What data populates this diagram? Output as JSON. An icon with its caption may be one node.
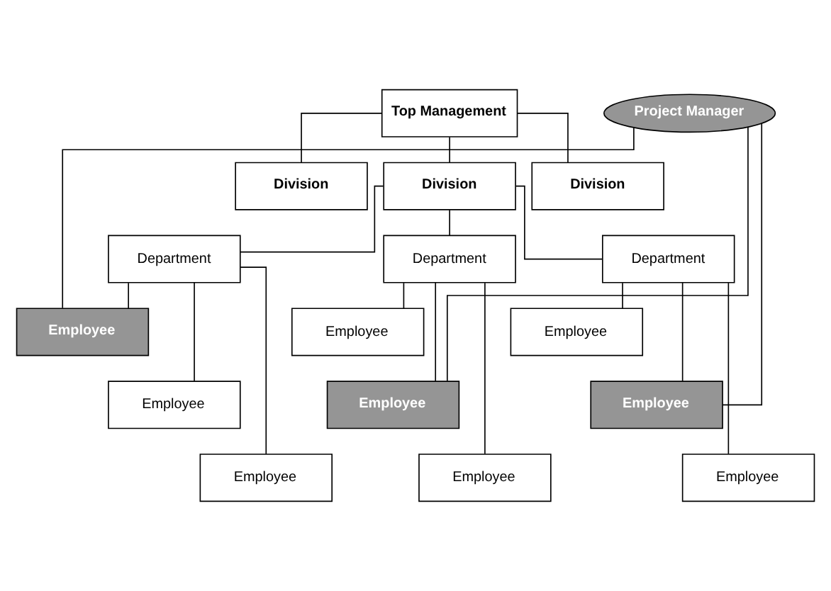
{
  "diagram": {
    "nodes": [
      {
        "text": [
          "Top Management"
        ]
      },
      {
        "text": [
          "Project Manager"
        ]
      },
      {
        "text": [
          "Division"
        ]
      },
      {
        "text": [
          "Division"
        ]
      },
      {
        "text": [
          "Division"
        ]
      },
      {
        "text": [
          "Department"
        ]
      },
      {
        "text": [
          "Department"
        ]
      },
      {
        "text": [
          "Department"
        ]
      },
      {
        "text": [
          "Employee"
        ]
      },
      {
        "text": [
          "Employee"
        ]
      },
      {
        "text": [
          "Employee"
        ]
      },
      {
        "text": [
          "Employee"
        ]
      },
      {
        "text": [
          "Employee"
        ]
      },
      {
        "text": [
          "Employee"
        ]
      },
      {
        "text": [
          "Employee"
        ]
      },
      {
        "text": [
          "Employee"
        ]
      },
      {
        "text": [
          "Employee"
        ]
      }
    ],
    "edges": [
      {
        "from": 0,
        "to": 2,
        "arrow": "none"
      },
      {
        "from": 0,
        "to": 3,
        "arrow": "none"
      },
      {
        "from": 0,
        "to": 4,
        "arrow": "none"
      },
      {
        "from": 3,
        "to": 5,
        "arrow": "none"
      },
      {
        "from": 3,
        "to": 6,
        "arrow": "none"
      },
      {
        "from": 3,
        "to": 7,
        "arrow": "none"
      },
      {
        "from": 5,
        "to": 8,
        "arrow": "none"
      },
      {
        "from": 5,
        "to": 11,
        "arrow": "none"
      },
      {
        "from": 5,
        "to": 14,
        "arrow": "none"
      },
      {
        "from": 6,
        "to": 9,
        "arrow": "none"
      },
      {
        "from": 6,
        "to": 12,
        "arrow": "none"
      },
      {
        "from": 6,
        "to": 15,
        "arrow": "none"
      },
      {
        "from": 7,
        "to": 10,
        "arrow": "none"
      },
      {
        "from": 7,
        "to": 13,
        "arrow": "none"
      },
      {
        "from": 7,
        "to": 16,
        "arrow": "none"
      },
      {
        "from": 1,
        "to": 8,
        "arrow": "none"
      },
      {
        "from": 1,
        "to": 12,
        "arrow": "none"
      },
      {
        "from": 1,
        "to": 13,
        "arrow": "none"
      }
    ]
  }
}
